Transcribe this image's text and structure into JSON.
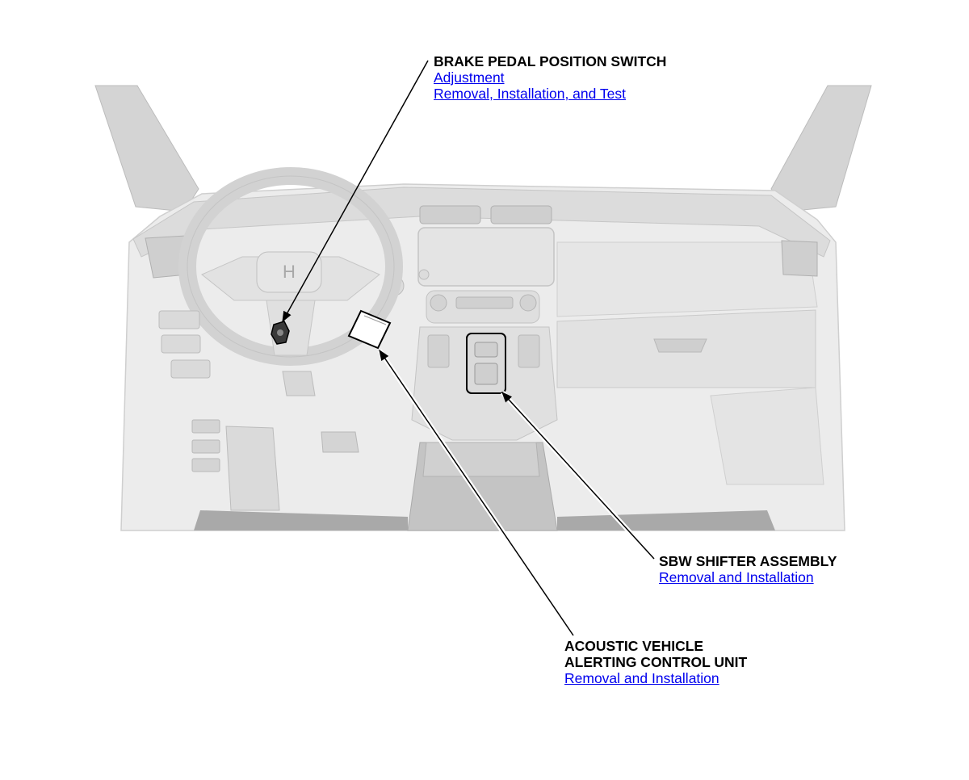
{
  "callouts": {
    "brake_switch": {
      "title": "BRAKE PEDAL POSITION SWITCH",
      "links": [
        "Adjustment",
        "Removal, Installation, and Test"
      ]
    },
    "sbw_shifter": {
      "title": "SBW SHIFTER ASSEMBLY",
      "links": [
        "Removal and Installation"
      ]
    },
    "avas_unit": {
      "title_lines": [
        "ACOUSTIC VEHICLE",
        "ALERTING CONTROL UNIT"
      ],
      "links": [
        "Removal and Installation"
      ]
    }
  },
  "colors": {
    "link": "#0000ee",
    "title": "#000000",
    "leader_line": "#000000",
    "dashboard_light": "#ececec",
    "dashboard_mid": "#d8d8d8",
    "dashboard_dark": "#bdbdbd"
  }
}
